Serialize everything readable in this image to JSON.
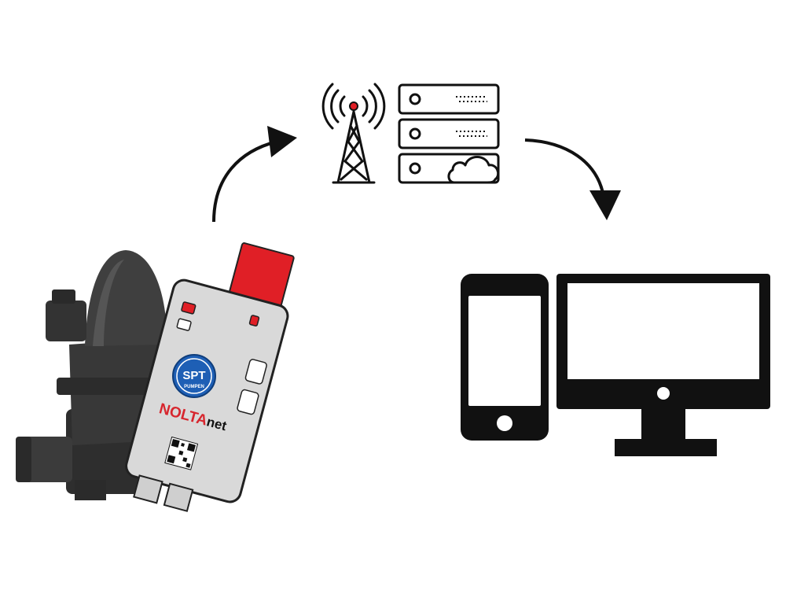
{
  "device": {
    "logo_line1": "SPT",
    "logo_line2": "PUMPEN",
    "brand_main": "NOLTA",
    "brand_suffix": "net"
  },
  "colors": {
    "ink": "#111111",
    "pump_dark": "#3a3a3a",
    "pump_mid": "#555555",
    "module_body": "#d9d9d9",
    "module_red": "#e01f26",
    "logo_blue": "#1e5fb5",
    "brand_red": "#d7262e"
  },
  "icons": {
    "pump": "water-pump-icon",
    "module": "noltanet-module-icon",
    "tower": "radio-tower-icon",
    "servers": "server-stack-icon",
    "cloud": "cloud-icon",
    "phone": "smartphone-icon",
    "monitor": "desktop-monitor-icon",
    "arrow_up": "curved-arrow-up-right-icon",
    "arrow_down": "curved-arrow-down-right-icon"
  }
}
